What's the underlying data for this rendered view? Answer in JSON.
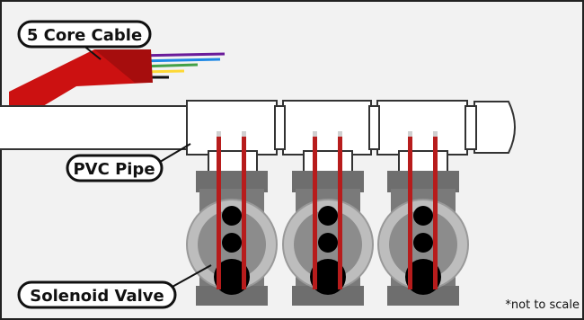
{
  "labels": {
    "cable": "5 Core Cable",
    "pipe": "PVC Pipe",
    "valve": "Solenoid Valve",
    "note": "*not to scale"
  },
  "components": {
    "cable_wire_colors": [
      "#6a1b9a",
      "#1e88e5",
      "#43a047",
      "#fdd835",
      "#111111"
    ],
    "valve_count": 3
  },
  "colors": {
    "background": "#f2f2f2",
    "border": "#111111",
    "cable_jacket": "#cc1111",
    "pipe_fill": "#ffffff",
    "valve_body": "#6e6e6e",
    "valve_ring": "#bdbdbd",
    "valve_port": "#000000",
    "solenoid_wire": "#b71c1c"
  }
}
